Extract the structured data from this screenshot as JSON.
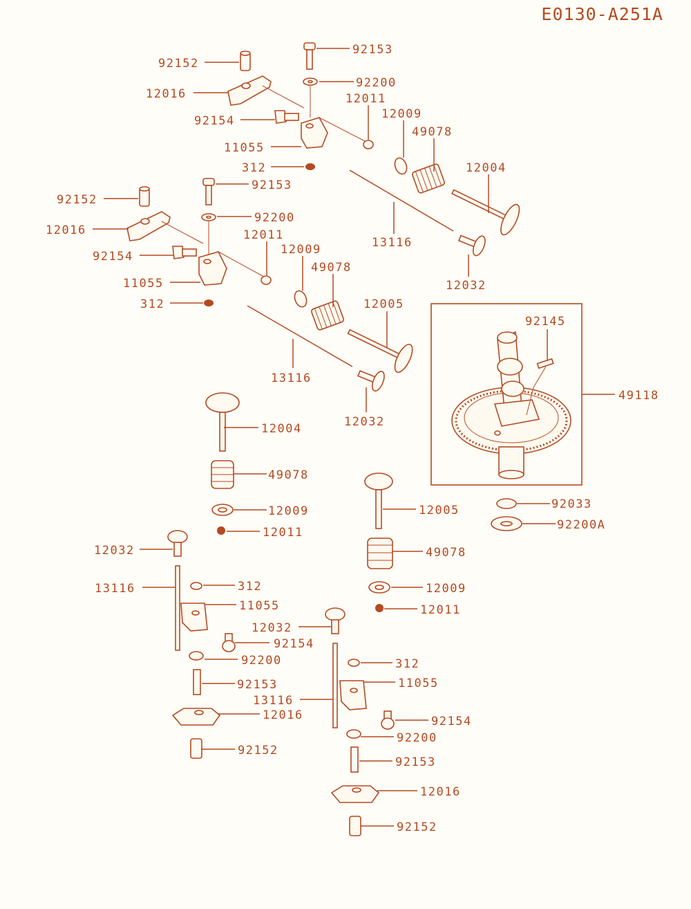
{
  "header": {
    "diagram_code": "E0130-A251A"
  },
  "colors": {
    "ink": "#b44a22",
    "paper": "#fffdf7"
  },
  "callouts": {
    "top": {
      "p92152": "92152",
      "p12016": "12016",
      "p92154": "92154",
      "p11055": "11055",
      "p312": "312",
      "p92153": "92153",
      "p92200": "92200",
      "p12011": "12011",
      "p12009": "12009",
      "p49078": "49078",
      "p12004": "12004",
      "p13116": "13116",
      "p12032": "12032"
    },
    "mid": {
      "p92152": "92152",
      "p12016": "12016",
      "p92154": "92154",
      "p11055": "11055",
      "p312": "312",
      "p92153": "92153",
      "p92200": "92200",
      "p12011": "12011",
      "p12009": "12009",
      "p49078": "49078",
      "p12005": "12005",
      "p13116": "13116",
      "p12032": "12032"
    },
    "camshaft": {
      "p92145": "92145",
      "p49118": "49118",
      "p92033": "92033",
      "p92200A": "92200A"
    },
    "lower_left": {
      "p12004": "12004",
      "p49078": "49078",
      "p12009": "12009",
      "p12011": "12011",
      "p12032": "12032",
      "p13116": "13116",
      "p312": "312",
      "p11055": "11055",
      "p92154": "92154",
      "p92200": "92200",
      "p92153": "92153",
      "p12016": "12016",
      "p92152": "92152"
    },
    "lower_right": {
      "p12005": "12005",
      "p49078": "49078",
      "p12009": "12009",
      "p12011": "12011",
      "p12032": "12032",
      "p312": "312",
      "p11055": "11055",
      "p13116": "13116",
      "p92154": "92154",
      "p92200": "92200",
      "p92153": "92153",
      "p12016": "12016",
      "p92152": "92152"
    }
  }
}
